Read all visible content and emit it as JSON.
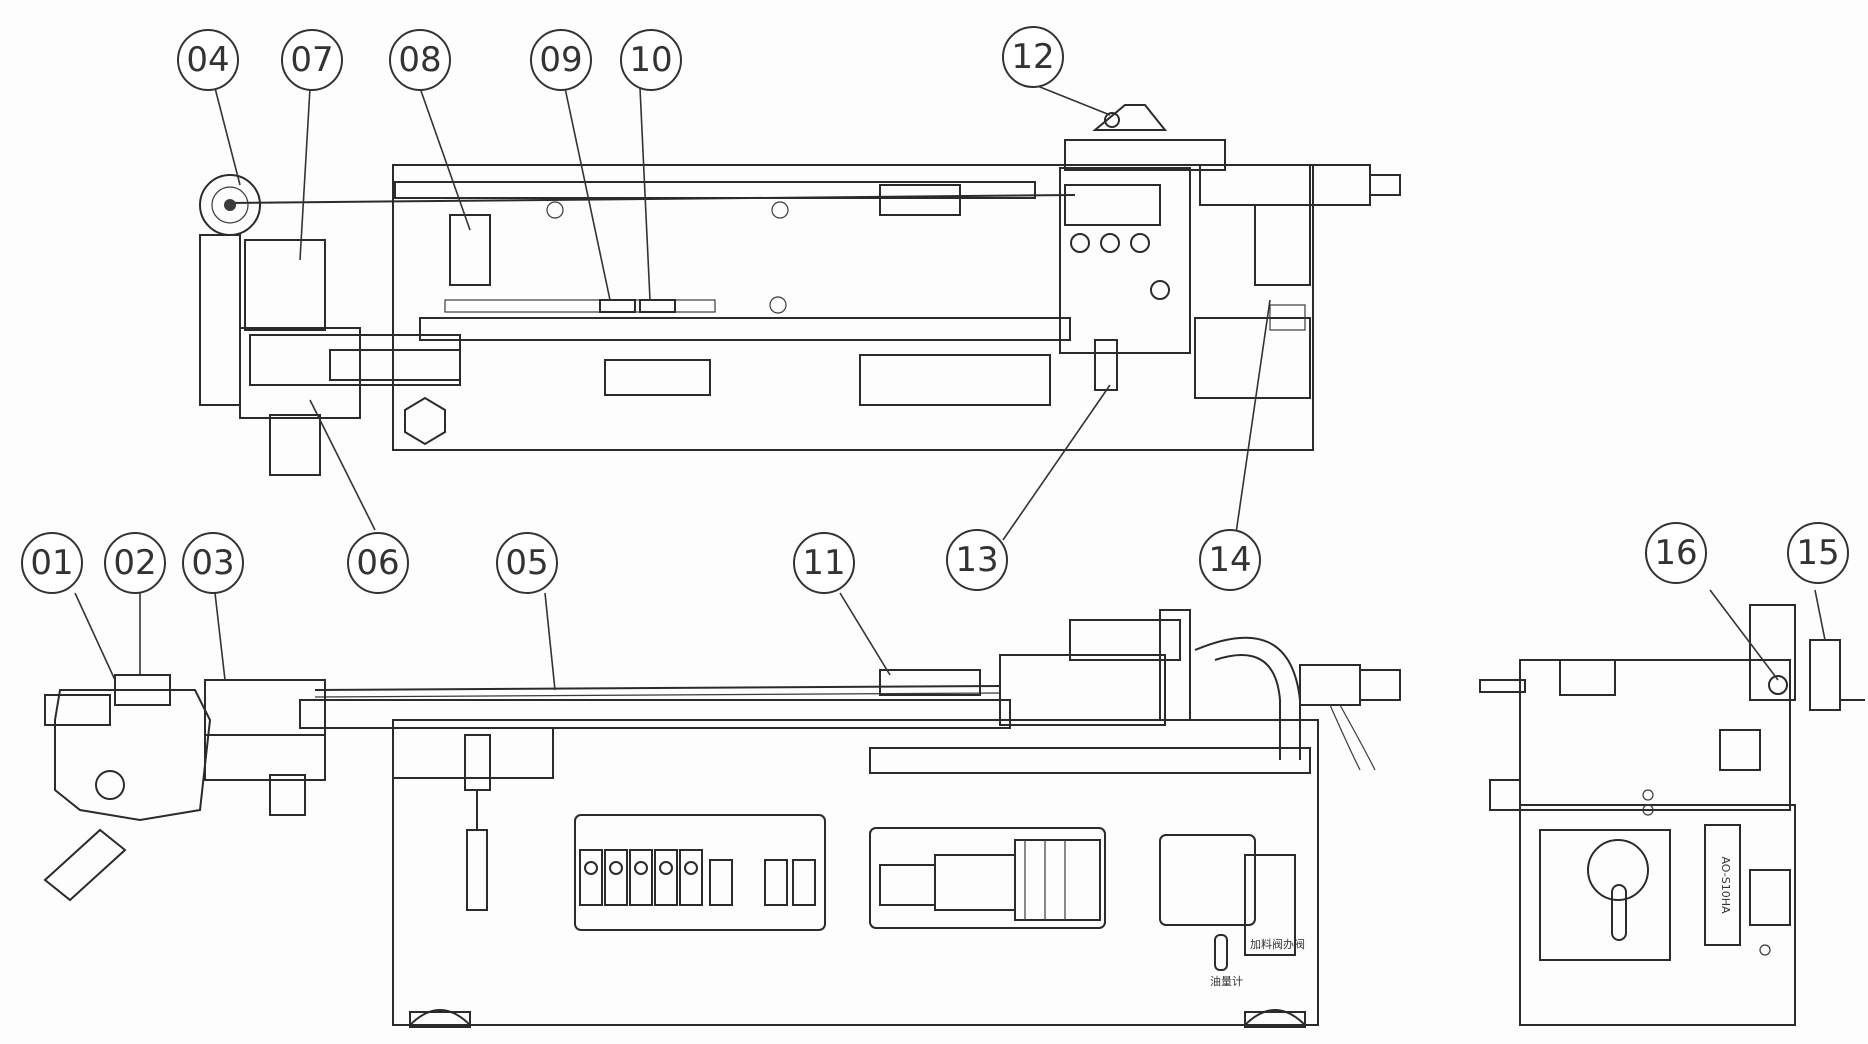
{
  "callouts": {
    "c01": "01",
    "c02": "02",
    "c03": "03",
    "c04": "04",
    "c05": "05",
    "c06": "06",
    "c07": "07",
    "c08": "08",
    "c09": "09",
    "c10": "10",
    "c11": "11",
    "c12": "12",
    "c13": "13",
    "c14": "14",
    "c15": "15",
    "c16": "16"
  },
  "cabinet_labels": {
    "valve_note": "加料阀办阀",
    "oil_gauge": "油量计",
    "pump_label": "AO-S10HA"
  },
  "colors": {
    "line": "#2b2b2b",
    "background": "#fdfdfd"
  }
}
